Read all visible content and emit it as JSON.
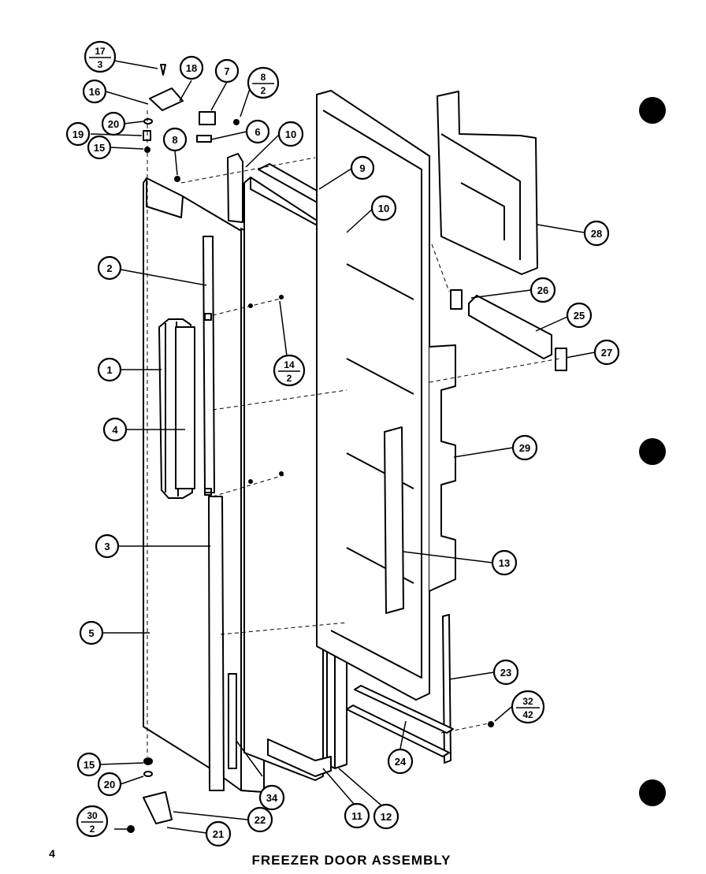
{
  "page": {
    "number": "4",
    "title": "FREEZER DOOR ASSEMBLY"
  },
  "callouts": {
    "c1": "1",
    "c2": "2",
    "c3": "3",
    "c4": "4",
    "c5": "5",
    "c6": "6",
    "c7": "7",
    "c8": "8",
    "c9": "9",
    "c10a": "10",
    "c10b": "10",
    "c11": "11",
    "c12": "12",
    "c13": "13",
    "c15a": "15",
    "c15b": "15",
    "c16": "16",
    "c18": "18",
    "c19": "19",
    "c20a": "20",
    "c20b": "20",
    "c21": "21",
    "c22": "22",
    "c23": "23",
    "c24": "24",
    "c25": "25",
    "c26": "26",
    "c27": "27",
    "c28": "28",
    "c29": "29",
    "c34": "34"
  },
  "fractions": {
    "f17_3": {
      "top": "17",
      "bottom": "3"
    },
    "f8_2": {
      "top": "8",
      "bottom": "2"
    },
    "f14_2": {
      "top": "14",
      "bottom": "2"
    },
    "f32_42": {
      "top": "32",
      "bottom": "42"
    },
    "f30_2": {
      "top": "30",
      "bottom": "2"
    }
  }
}
